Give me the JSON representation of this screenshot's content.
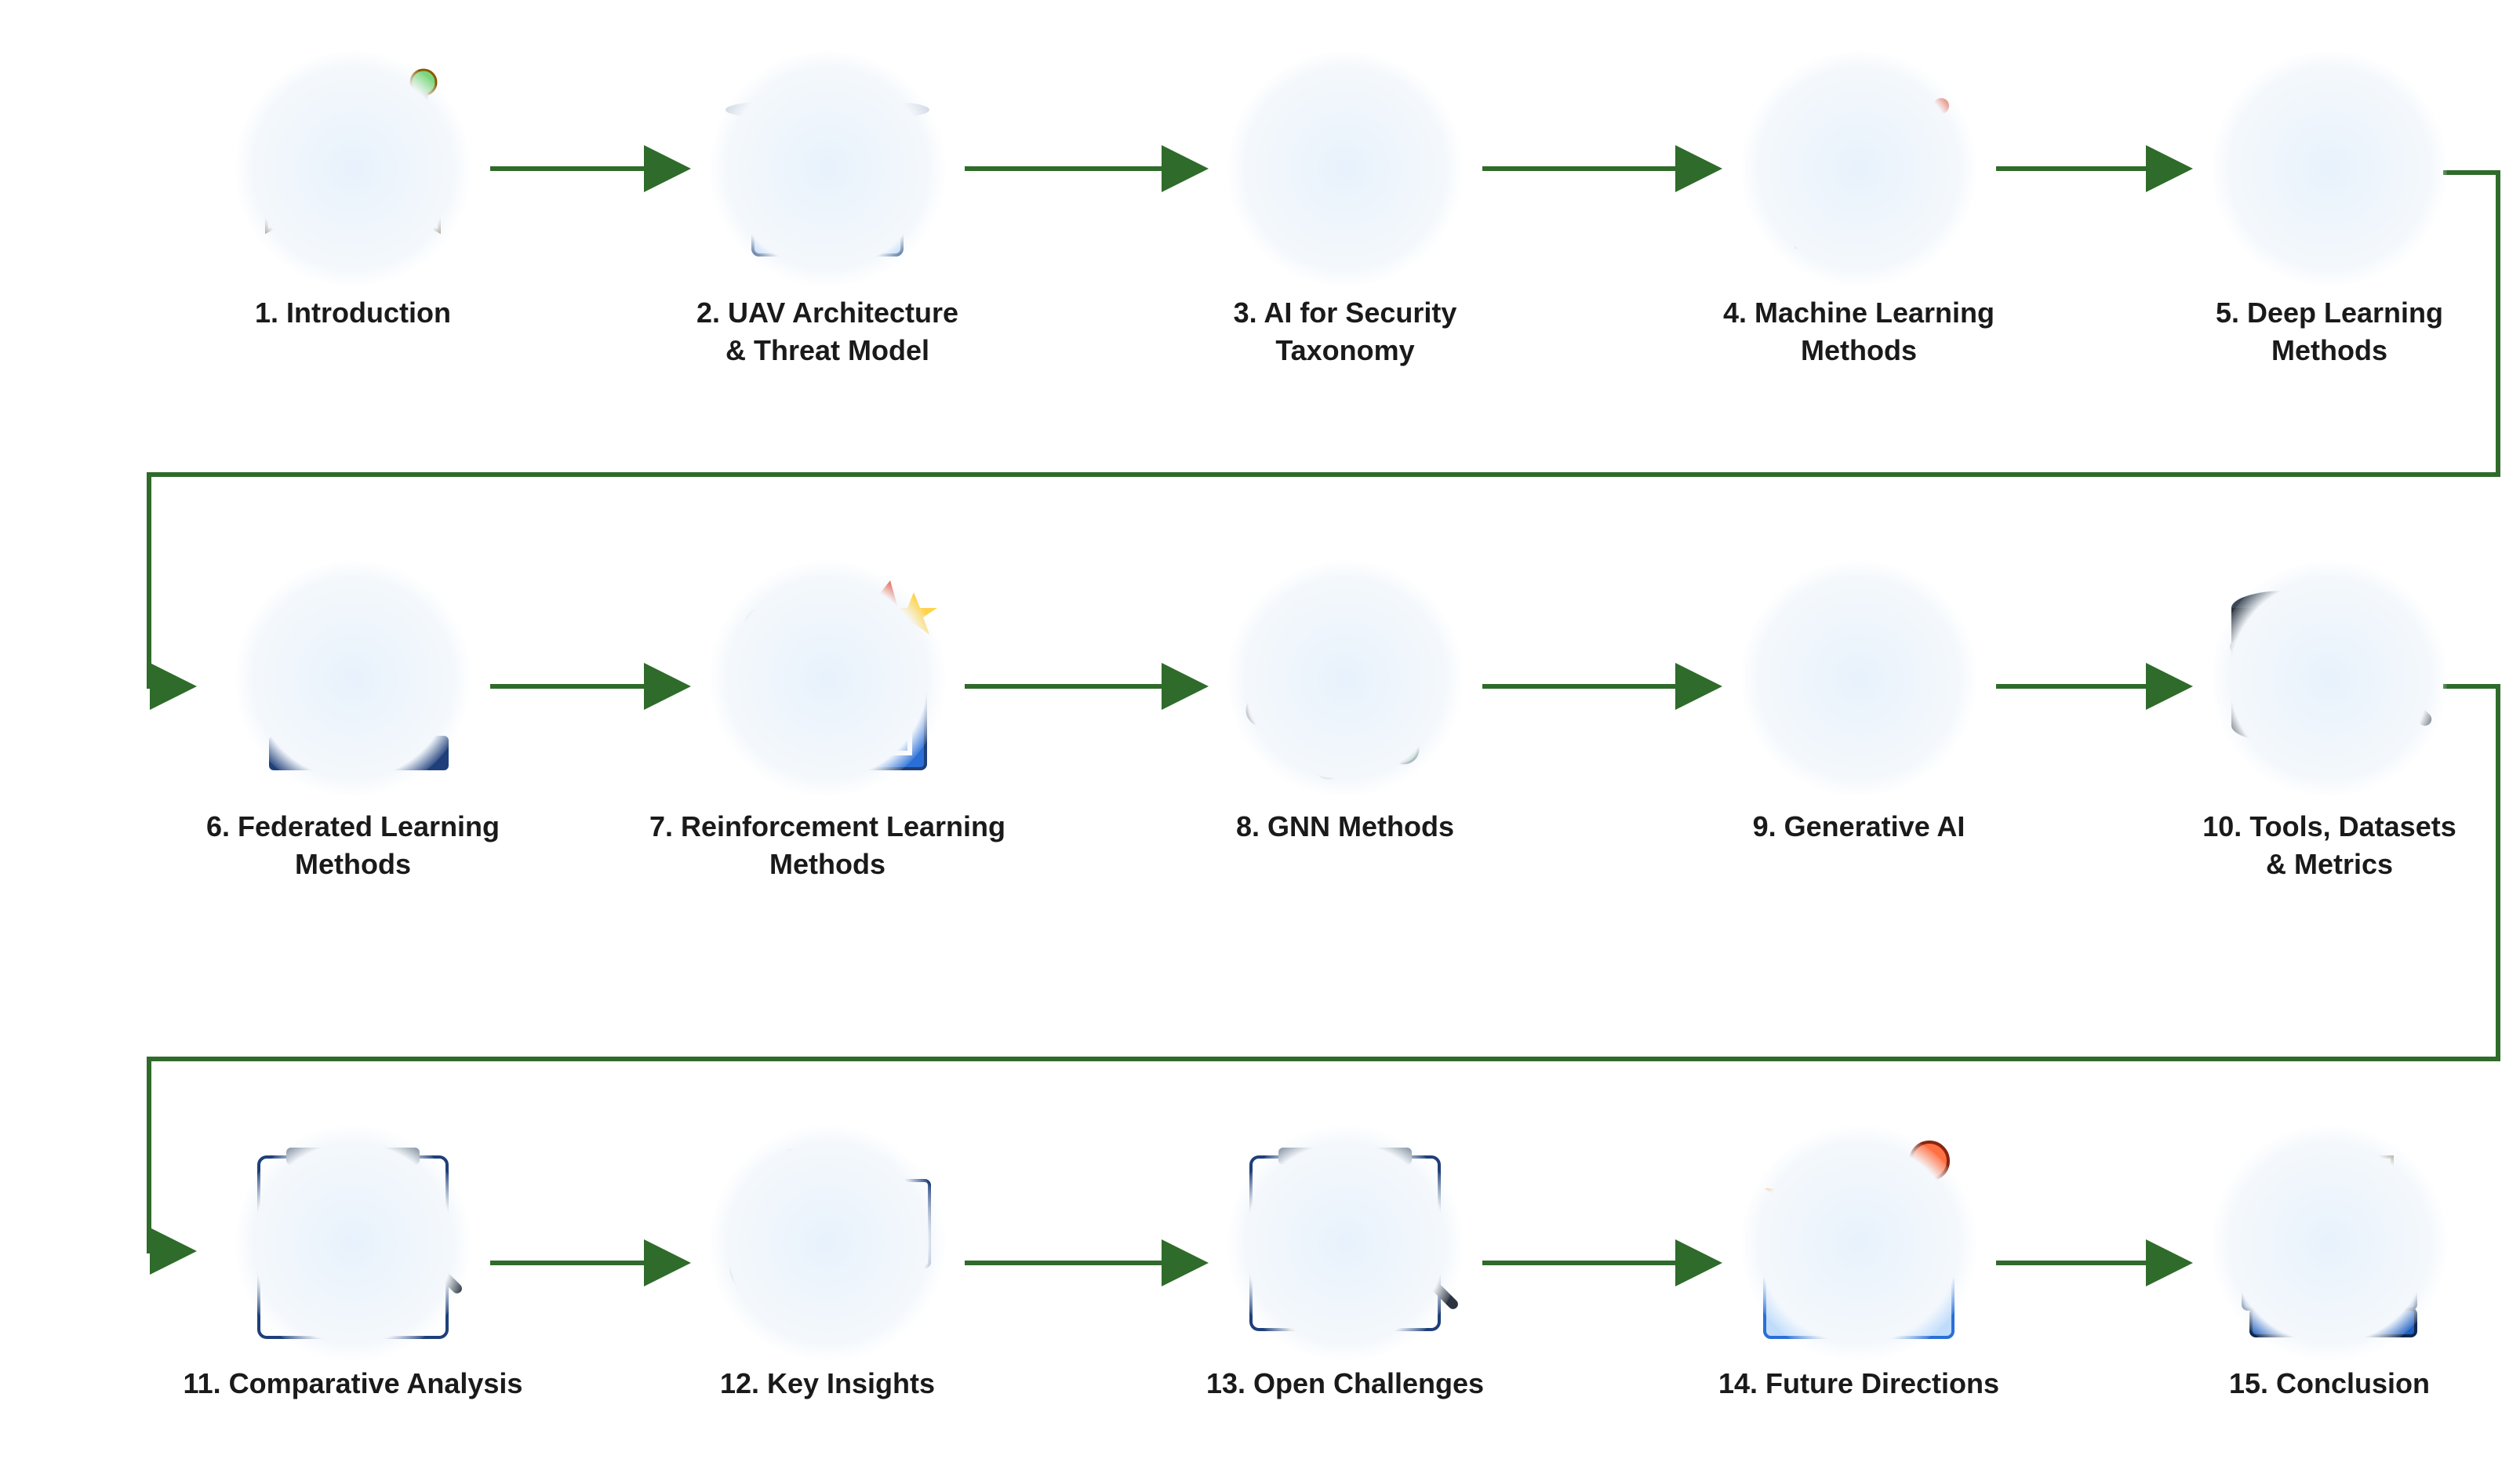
{
  "colors": {
    "connector": "#2f6b2a",
    "label_text": "#1a1a1a",
    "icon_primary": "#2a6fd6",
    "icon_accent": "#f0a020",
    "icon_warning": "#e0492b"
  },
  "steps": [
    {
      "id": 1,
      "lines": [
        "1. Introduction"
      ],
      "icon": "open-book-lightbulbs-icon"
    },
    {
      "id": 2,
      "lines": [
        "2. UAV Architecture",
        "& Threat Model"
      ],
      "icon": "drone-circuit-icon"
    },
    {
      "id": 3,
      "lines": [
        "3. AI for Security",
        "Taxonomy"
      ],
      "icon": "clipboard-taxonomy-icon"
    },
    {
      "id": 4,
      "lines": [
        "4. Machine Learning",
        "Methods"
      ],
      "icon": "robot-head-gears-icon"
    },
    {
      "id": 5,
      "lines": [
        "5. Deep Learning",
        "Methods"
      ],
      "icon": "neural-brain-icon"
    },
    {
      "id": 6,
      "lines": [
        "6. Federated Learning",
        "Methods"
      ],
      "icon": "cloud-lock-devices-icon"
    },
    {
      "id": 7,
      "lines": [
        "7. Reinforcement Learning",
        "Methods"
      ],
      "icon": "robot-maze-icon"
    },
    {
      "id": 8,
      "lines": [
        "8. GNN Methods"
      ],
      "icon": "graph-network-icon"
    },
    {
      "id": 9,
      "lines": [
        "9. Generative AI"
      ],
      "icon": "lightbulb-sparks-icon"
    },
    {
      "id": 10,
      "lines": [
        "10. Tools, Datasets",
        "& Metrics"
      ],
      "icon": "database-magnifier-gears-icon"
    },
    {
      "id": 11,
      "lines": [
        "11. Comparative Analysis"
      ],
      "icon": "clipboards-charts-icon"
    },
    {
      "id": 12,
      "lines": [
        "12. Key Insights"
      ],
      "icon": "lightbulb-key-magnifier-icon"
    },
    {
      "id": 13,
      "lines": [
        "13. Open Challenges"
      ],
      "icon": "clipboards-warning-icon"
    },
    {
      "id": 14,
      "lines": [
        "14. Future Directions"
      ],
      "icon": "signpost-map-icon"
    },
    {
      "id": 15,
      "lines": [
        "15. Conclusion"
      ],
      "icon": "scroll-books-ribbon-icon"
    }
  ]
}
